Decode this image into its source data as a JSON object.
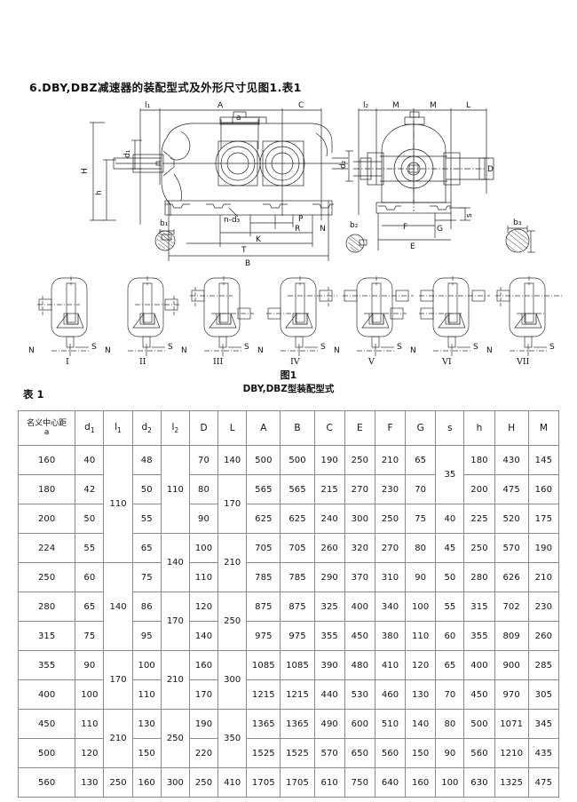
{
  "heading": "6.DBY,DBZ减速器的装配型式及外形尺寸见图1.表1",
  "figure": {
    "caption": "图1",
    "left_view_labels": [
      "l1",
      "A",
      "C",
      "a",
      "H",
      "h",
      "d1",
      "b1",
      "n-d3",
      "P",
      "R",
      "N",
      "K",
      "T",
      "B"
    ],
    "right_view_labels": [
      "l2",
      "M",
      "M",
      "L",
      "D",
      "d2",
      "b2",
      "b3",
      "F",
      "E",
      "G",
      "s"
    ],
    "assembly_types": [
      {
        "roman": "I",
        "n": "N",
        "s": "S"
      },
      {
        "roman": "II",
        "n": "N",
        "s": "S"
      },
      {
        "roman": "III",
        "n": "N",
        "s": "S"
      },
      {
        "roman": "IV",
        "n": "N",
        "s": "S"
      },
      {
        "roman": "V",
        "n": "N",
        "s": "S"
      },
      {
        "roman": "VI",
        "n": "N",
        "s": "S"
      },
      {
        "roman": "VII",
        "n": "N",
        "s": "S"
      }
    ]
  },
  "table": {
    "label": "表 1",
    "title": "DBY,DBZ型装配型式",
    "headers": [
      {
        "main": "名义中心距",
        "sub": "a"
      },
      {
        "main": "d",
        "idx": "1"
      },
      {
        "main": "l",
        "idx": "1"
      },
      {
        "main": "d",
        "idx": "2"
      },
      {
        "main": "l",
        "idx": "2"
      },
      {
        "main": "D"
      },
      {
        "main": "L"
      },
      {
        "main": "A"
      },
      {
        "main": "B"
      },
      {
        "main": "C"
      },
      {
        "main": "E"
      },
      {
        "main": "F"
      },
      {
        "main": "G"
      },
      {
        "main": "s"
      },
      {
        "main": "h"
      },
      {
        "main": "H"
      },
      {
        "main": "M"
      }
    ],
    "rows": [
      {
        "a": "160",
        "d1": "40",
        "d2": "48",
        "D": "70",
        "A": "500",
        "B": "500",
        "C": "190",
        "E": "250",
        "F": "210",
        "G": "65",
        "h": "180",
        "H": "430",
        "M": "145"
      },
      {
        "a": "180",
        "d1": "42",
        "d2": "50",
        "D": "80",
        "A": "565",
        "B": "565",
        "C": "215",
        "E": "270",
        "F": "230",
        "G": "70",
        "h": "200",
        "H": "475",
        "M": "160"
      },
      {
        "a": "200",
        "d1": "50",
        "d2": "55",
        "D": "90",
        "A": "625",
        "B": "625",
        "C": "240",
        "E": "300",
        "F": "250",
        "G": "75",
        "h": "225",
        "H": "520",
        "M": "175"
      },
      {
        "a": "224",
        "d1": "55",
        "d2": "65",
        "D": "100",
        "A": "705",
        "B": "705",
        "C": "260",
        "E": "320",
        "F": "270",
        "G": "80",
        "h": "250",
        "H": "570",
        "M": "190"
      },
      {
        "a": "250",
        "d1": "60",
        "d2": "75",
        "D": "110",
        "A": "785",
        "B": "785",
        "C": "290",
        "E": "370",
        "F": "310",
        "G": "90",
        "h": "280",
        "H": "626",
        "M": "210"
      },
      {
        "a": "280",
        "d1": "65",
        "d2": "86",
        "D": "120",
        "A": "875",
        "B": "875",
        "C": "325",
        "E": "400",
        "F": "340",
        "G": "100",
        "h": "315",
        "H": "702",
        "M": "230"
      },
      {
        "a": "315",
        "d1": "75",
        "d2": "95",
        "D": "140",
        "A": "975",
        "B": "975",
        "C": "355",
        "E": "450",
        "F": "380",
        "G": "110",
        "h": "355",
        "H": "809",
        "M": "260"
      },
      {
        "a": "355",
        "d1": "90",
        "d2": "100",
        "D": "160",
        "A": "1085",
        "B": "1085",
        "C": "390",
        "E": "480",
        "F": "410",
        "G": "120",
        "h": "400",
        "H": "900",
        "M": "285"
      },
      {
        "a": "400",
        "d1": "100",
        "d2": "110",
        "D": "170",
        "A": "1215",
        "B": "1215",
        "C": "440",
        "E": "530",
        "F": "460",
        "G": "130",
        "h": "450",
        "H": "970",
        "M": "305"
      },
      {
        "a": "450",
        "d1": "110",
        "d2": "130",
        "D": "190",
        "A": "1365",
        "B": "1365",
        "C": "490",
        "E": "600",
        "F": "510",
        "G": "140",
        "h": "500",
        "H": "1071",
        "M": "345"
      },
      {
        "a": "500",
        "d1": "120",
        "d2": "150",
        "D": "220",
        "A": "1525",
        "B": "1525",
        "C": "570",
        "E": "650",
        "F": "560",
        "G": "150",
        "h": "560",
        "H": "1210",
        "M": "435"
      },
      {
        "a": "560",
        "d1": "130",
        "d2": "160",
        "D": "250",
        "A": "1705",
        "B": "1705",
        "C": "610",
        "E": "750",
        "F": "640",
        "G": "160",
        "h": "630",
        "H": "1325",
        "M": "475"
      }
    ],
    "merged": {
      "l1": [
        {
          "value": "110",
          "span": 4
        },
        {
          "value": "140",
          "span": 3
        },
        {
          "value": "170",
          "span": 2
        },
        {
          "value": "210",
          "span": 2
        },
        {
          "value": "250",
          "span": 1
        }
      ],
      "l2": [
        {
          "value": "110",
          "span": 3
        },
        {
          "value": "140",
          "span": 2
        },
        {
          "value": "170",
          "span": 2
        },
        {
          "value": "210",
          "span": 2
        },
        {
          "value": "250",
          "span": 2
        },
        {
          "value": "300",
          "span": 1
        }
      ],
      "L": [
        {
          "value": "140",
          "span": 1
        },
        {
          "value": "170",
          "span": 2
        },
        {
          "value": "210",
          "span": 2
        },
        {
          "value": "250",
          "span": 2
        },
        {
          "value": "300",
          "span": 2
        },
        {
          "value": "350",
          "span": 2
        },
        {
          "value": "410",
          "span": 1
        }
      ],
      "s": [
        {
          "value": "35",
          "span": 2
        },
        {
          "value": "40",
          "span": 1
        },
        {
          "value": "45",
          "span": 1
        },
        {
          "value": "50",
          "span": 1
        },
        {
          "value": "55",
          "span": 1
        },
        {
          "value": "60",
          "span": 1
        },
        {
          "value": "65",
          "span": 1
        },
        {
          "value": "70",
          "span": 1
        },
        {
          "value": "80",
          "span": 1
        },
        {
          "value": "90",
          "span": 1
        },
        {
          "value": "100",
          "span": 1
        }
      ]
    }
  }
}
